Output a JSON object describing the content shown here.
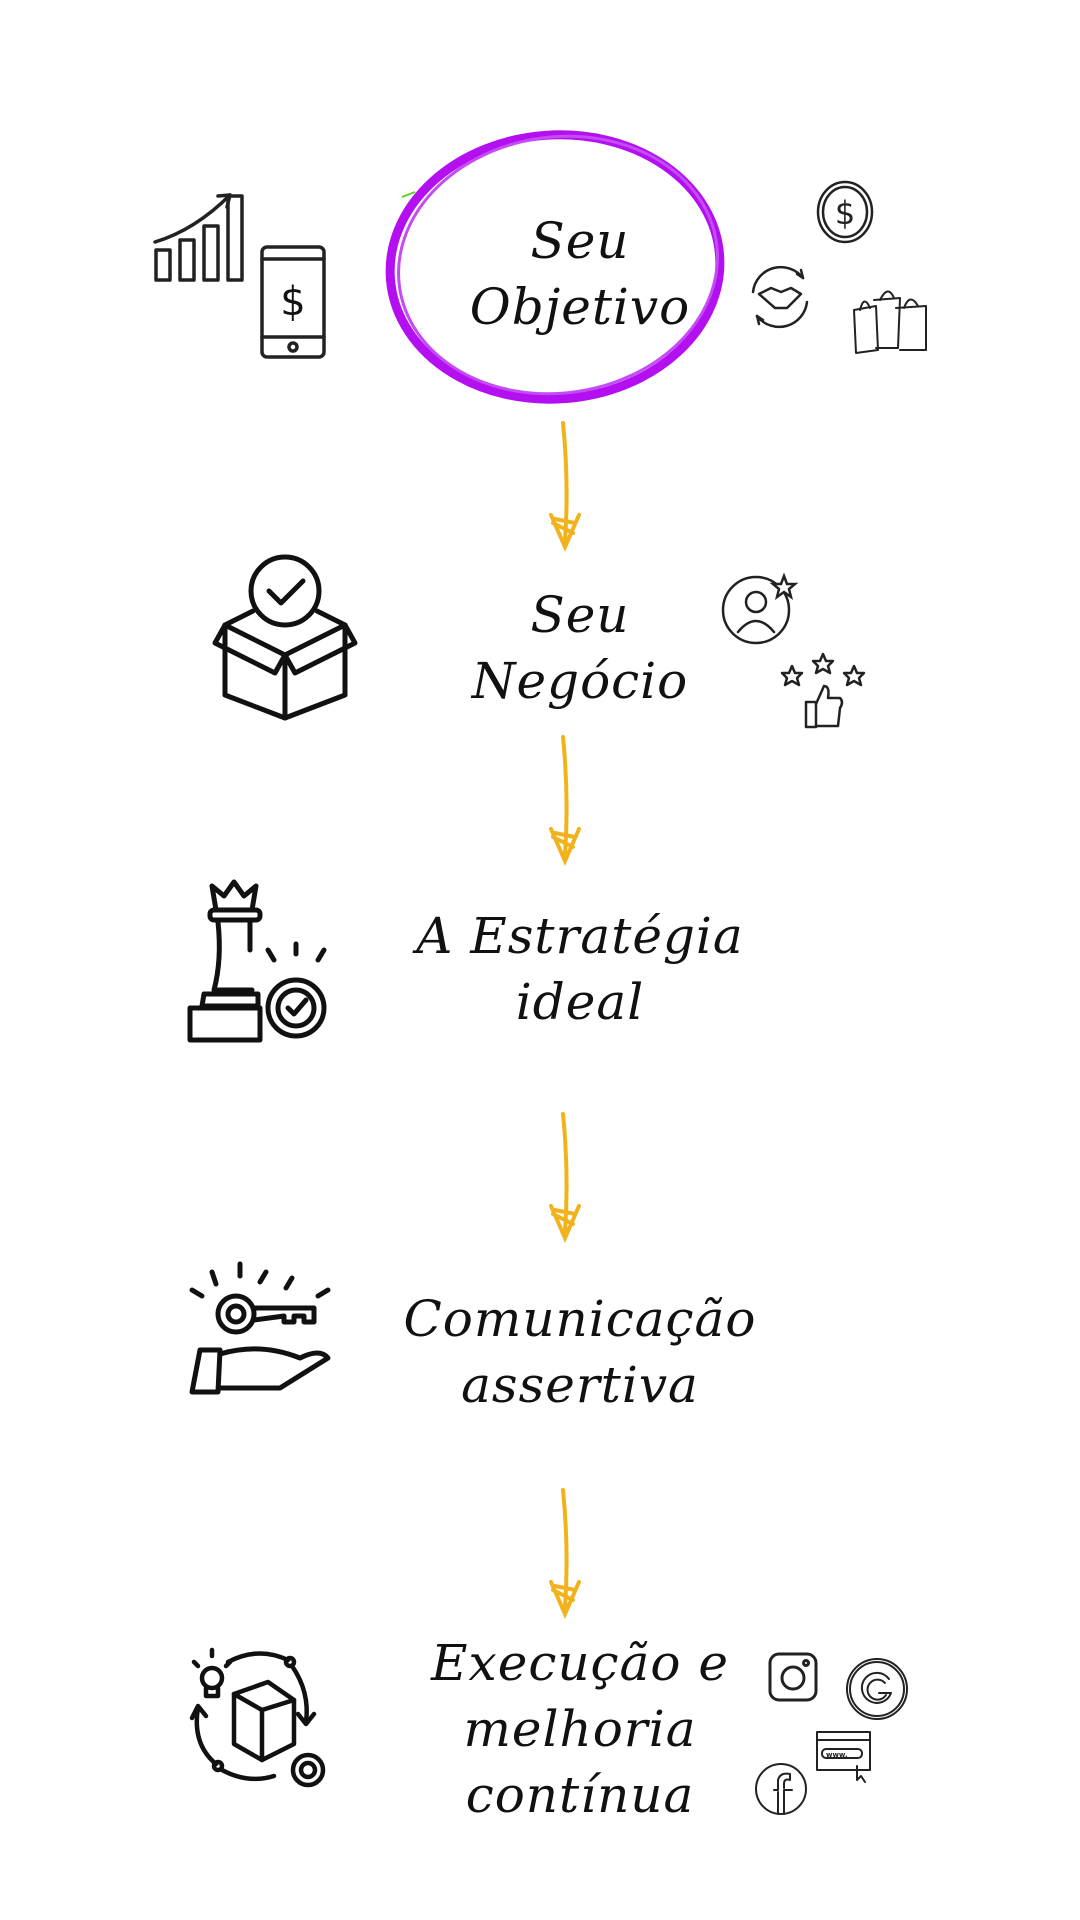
{
  "steps": [
    {
      "lines": [
        "Seu",
        "Objetivo"
      ]
    },
    {
      "lines": [
        "Seu",
        "Negócio"
      ]
    },
    {
      "lines": [
        "A Estratégia",
        "ideal"
      ]
    },
    {
      "lines": [
        "Comunicação",
        "assertiva"
      ]
    },
    {
      "lines": [
        "Execução e",
        "melhoria",
        "contínua"
      ]
    }
  ],
  "icons": {
    "browser_url": "www."
  },
  "colors": {
    "highlight_circle": "#b30ff0",
    "arrow": "#f2b21c",
    "ink": "#111111"
  }
}
